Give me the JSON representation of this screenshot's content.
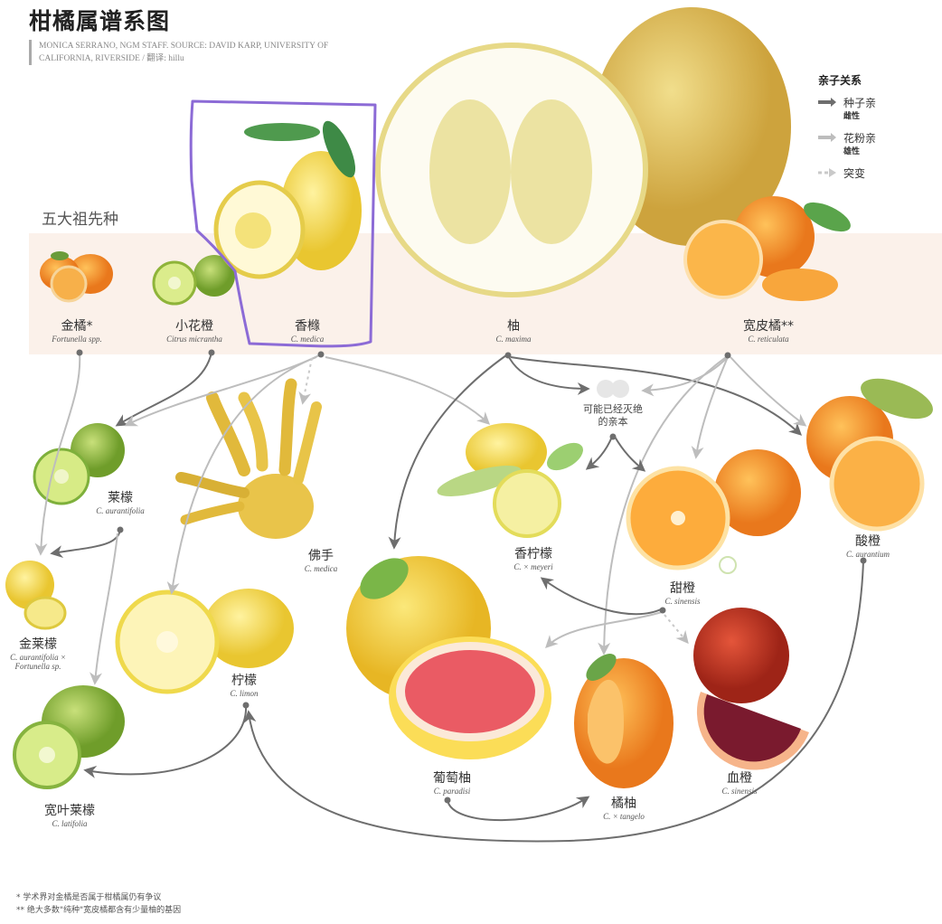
{
  "title": "柑橘属谱系图",
  "credit": "MONICA SERRANO, NGM STAFF. SOURCE: DAVID KARP, UNIVERSITY OF CALIFORNIA, RIVERSIDE / 翻译: hillu",
  "ancestors_heading": "五大祖先种",
  "legend": {
    "title": "亲子关系",
    "items": [
      {
        "label": "种子亲",
        "sub": "雌性",
        "color": "#6e6e6e"
      },
      {
        "label": "花粉亲",
        "sub": "雄性",
        "color": "#bdbdbd"
      },
      {
        "label": "突变",
        "sub": "",
        "color": "#c9c9c9"
      }
    ]
  },
  "ancestors": [
    {
      "cn": "金橘*",
      "latin": "Fortunella spp."
    },
    {
      "cn": "小花橙",
      "latin": "Citrus micrantha"
    },
    {
      "cn": "香橼",
      "latin": "C. medica"
    },
    {
      "cn": "柚",
      "latin": "C. maxima"
    },
    {
      "cn": "宽皮橘**",
      "latin": "C. reticulata"
    }
  ],
  "extinct": "可能已经灭绝\n的亲本",
  "descendants": [
    {
      "cn": "莱檬",
      "latin": "C. aurantifolia"
    },
    {
      "cn": "佛手",
      "latin": "C. medica"
    },
    {
      "cn": "金莱檬",
      "latin": "C. aurantifolia ×\nFortunella sp."
    },
    {
      "cn": "柠檬",
      "latin": "C. limon"
    },
    {
      "cn": "宽叶莱檬",
      "latin": "C. latifolia"
    },
    {
      "cn": "香柠檬",
      "latin": "C. × meyeri"
    },
    {
      "cn": "甜橙",
      "latin": "C. sinensis"
    },
    {
      "cn": "酸橙",
      "latin": "C. aurantium"
    },
    {
      "cn": "葡萄柚",
      "latin": "C. paradisi"
    },
    {
      "cn": "橘柚",
      "latin": "C. × tangelo"
    },
    {
      "cn": "血橙",
      "latin": "C. sinensis"
    }
  ],
  "notes": [
    "* 学术界对金橘是否属于柑橘属仍有争议",
    "** 绝大多数\"纯种\"宽皮橘都含有少量柚的基因"
  ],
  "colors": {
    "seed_arrow": "#6e6e6e",
    "pollen_arrow": "#bdbdbd",
    "highlight_box": "#8c6bd6"
  }
}
